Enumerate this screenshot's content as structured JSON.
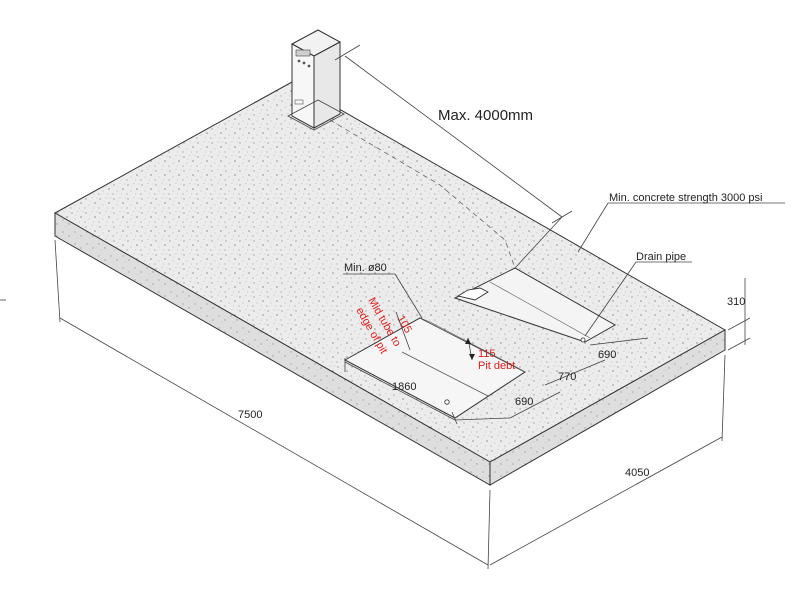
{
  "labels": {
    "max_distance": "Max. 4000mm",
    "concrete_strength": "Min. concrete strength 3000 psi",
    "drain_pipe": "Drain pipe",
    "min_diameter": "Min. ø80",
    "mid_tube_value": "105",
    "mid_tube_note_1": "Mid tube to",
    "mid_tube_note_2": "edge of pit",
    "pit_depth_value": "115",
    "pit_depth_note": "Pit debt",
    "dim_1860": "1860",
    "dim_690_lower": "690",
    "dim_770": "770",
    "dim_690_right": "690",
    "dim_7500": "7500",
    "dim_4050": "4050",
    "dim_310": "310"
  },
  "colors": {
    "concrete": "#e9e9e9",
    "concrete_side": "#d6d6d6",
    "annotation_red": "#e21b1b",
    "line": "#333333"
  }
}
